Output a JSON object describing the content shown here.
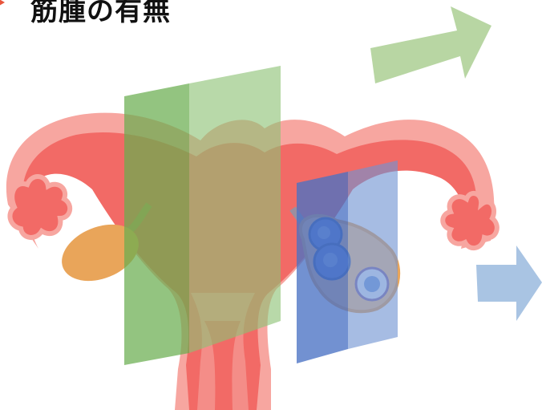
{
  "title": "筋腫の有無",
  "colors": {
    "title_bullet": "#e8553c",
    "uterus_outer": "#f7a6a0",
    "uterus_inner": "#f26a66",
    "ovary_left": "#e9a55a",
    "ovary_right_fill": "#f9c58a",
    "follicle": "#5f86d8",
    "plane_green": "#6aad4f",
    "plane_blue": "#4a72c4",
    "arrow_green": "#b8d6a3",
    "arrow_blue": "#a9c4e3"
  },
  "diagram": {
    "nodes": [
      {
        "name": "uterus",
        "icon": "uterus-illustration"
      },
      {
        "name": "left-ovary",
        "icon": "ovary-illustration"
      },
      {
        "name": "right-ovary-with-follicles",
        "icon": "ovary-follicles-illustration"
      },
      {
        "name": "green-section-plane",
        "icon": "plane-shape"
      },
      {
        "name": "blue-section-plane",
        "icon": "plane-shape"
      }
    ],
    "edges": [
      {
        "from": "green-section-plane",
        "to": "upper-right",
        "icon": "arrow-right-icon"
      },
      {
        "from": "blue-section-plane",
        "to": "right",
        "icon": "arrow-right-icon"
      }
    ]
  }
}
